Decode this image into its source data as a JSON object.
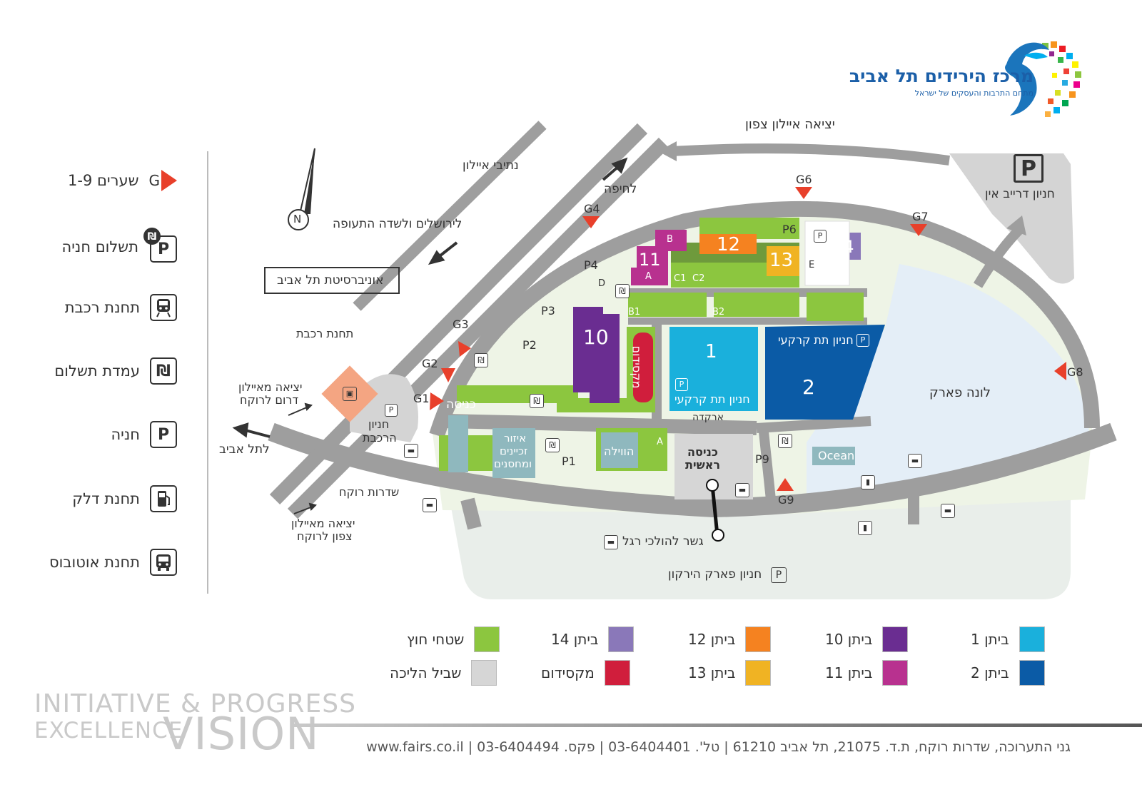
{
  "logo": {
    "title": "מרכז הירידים תל אביב",
    "subtitle": "מתחם התרבות והעסקים של ישראל",
    "icon": "logo-emblem-icon"
  },
  "legend": {
    "gates": {
      "icon": "gate-triangle-icon",
      "letter": "G",
      "label": "שערים 1-9"
    },
    "paid_parking": {
      "icon": "paid-parking-icon",
      "label": "תשלום חניה"
    },
    "train_station": {
      "icon": "train-icon",
      "label": "תחנת רכבת"
    },
    "payment_station": {
      "icon": "shekel-icon",
      "label": "עמדת תשלום"
    },
    "parking": {
      "icon": "parking-icon",
      "letter": "P",
      "label": "חניה"
    },
    "fuel_station": {
      "icon": "fuel-pump-icon",
      "label": "תחנת דלק"
    },
    "bus_station": {
      "icon": "bus-icon",
      "label": "תחנת אוטובוס"
    }
  },
  "map": {
    "labels": {
      "exit_ayalon_north": "יציאה איילון צפון",
      "ayalon_lanes": "נתיבי איילון",
      "to_haifa": "לחיפה",
      "to_jerusalem_airport": "לירושלים ולשדה התעופה",
      "tel_aviv_university": "אוניברסיטת תל אביב",
      "train_station": "תחנת רכבת",
      "exit_ayalon_south_line1": "יציאה מאיילון",
      "exit_ayalon_south_line2": "דרום לרוקח",
      "to_tel_aviv": "לתל אביב",
      "train_parking_line1": "חניון",
      "train_parking_line2": "הרכבת",
      "rokach_blvd": "שדרות רוקח",
      "exit_ayalon_north_rokach_line1": "יציאה מאיילון",
      "exit_ayalon_north_rokach_line2": "צפון לרוקח",
      "pedestrian_bridge": "גשר להולכי רגל",
      "green_park_parking": "חניון פארק הירקון",
      "drive_in_parking": "חניון דרייב אין",
      "luna_park": "לונה פארק",
      "entrance": "כניסה",
      "main_entrance_line1": "כניסה",
      "main_entrance_line2": "ראשית",
      "arcade": "ארקדה",
      "underground_parking": "חניון תת קרקעי",
      "underground_parking_2": "חניון תת קרקעי",
      "exhibitors_area_line1": "איזור",
      "exhibitors_area_line2": "זכיינים",
      "exhibitors_area_line3": "ומחסנים",
      "villa": "הווילה",
      "maxidom": "מקסידום",
      "ocean": "Ocean",
      "north": "N"
    },
    "gates": [
      "G1",
      "G2",
      "G3",
      "G4",
      "G6",
      "G7",
      "G8",
      "G9"
    ],
    "parking_lots": [
      "P1",
      "P2",
      "P3",
      "P4",
      "P6",
      "P9"
    ],
    "halls": {
      "h1": "1",
      "h2": "2",
      "h10": "10",
      "h11": "11",
      "h12": "12",
      "h13": "13",
      "h14": "14",
      "a": "A",
      "a2": "A",
      "b": "B",
      "b1": "B1",
      "b2": "B2",
      "c1": "C1",
      "c2": "C2",
      "d": "D",
      "e": "E"
    },
    "colors": {
      "road": "#9e9e9e",
      "grass": "#8cc63f",
      "light_grass": "#e6efd9",
      "walkway": "#d6d6d6",
      "hall1": "#1ab0dc",
      "hall2": "#0b5ba6",
      "hall10": "#6a2d91",
      "hall11": "#b8318f",
      "hall12": "#f58220",
      "hall13": "#f0b323",
      "hall14": "#8a78b9",
      "maxidom": "#d01e3c",
      "gate": "#e8402b",
      "luna": "#e6eef6",
      "train_station": "#f4a582",
      "teal_buildings": "#8fb8be"
    }
  },
  "color_key": [
    {
      "label": "ביתן 1",
      "color": "#1ab0dc"
    },
    {
      "label": "ביתן 10",
      "color": "#6a2d91"
    },
    {
      "label": "ביתן 12",
      "color": "#f58220"
    },
    {
      "label": "ביתן 14",
      "color": "#8a78b9"
    },
    {
      "label": "שטחי חוץ",
      "color": "#8cc63f"
    },
    {
      "label": "ביתן 2",
      "color": "#0b5ba6"
    },
    {
      "label": "ביתן 11",
      "color": "#b8318f"
    },
    {
      "label": "ביתן 13",
      "color": "#f0b323"
    },
    {
      "label": "מקסידום",
      "color": "#d01e3c"
    },
    {
      "label": "שביל הליכה",
      "color": "#d6d6d6"
    }
  ],
  "slogan": {
    "line1": "INITIATIVE & PROGRESS",
    "line2a": "EXCELLENCE",
    "line2b": "VISION"
  },
  "footer": {
    "contact": "גני התערוכה, שדרות רוקח, ת.ד. 21075, תל אביב 61210 | טל'. 03-6404401 | פקס. 03-6404494 | www.fairs.co.il"
  }
}
